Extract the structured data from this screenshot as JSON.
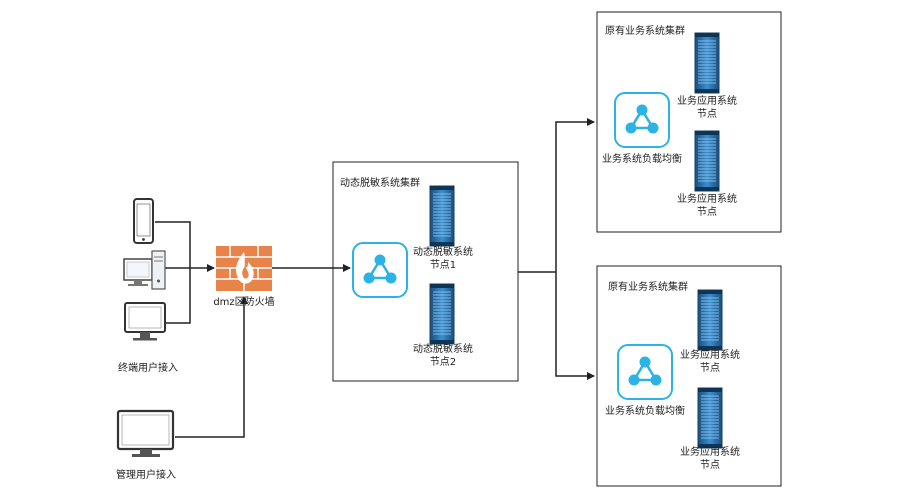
{
  "labels": {
    "firewall": "dmz区防火墙",
    "terminal_users": "终端用户接入",
    "admin_users": "管理用户接入",
    "desensitize_cluster": "动态脱敏系统集群",
    "desensitize_node1_l1": "动态脱敏系统",
    "desensitize_node1_l2": "节点1",
    "desensitize_node2_l1": "动态脱敏系统",
    "desensitize_node2_l2": "节点2",
    "top_cluster": "原有业务系统集群",
    "top_lb": "业务系统负载均衡",
    "top_node1_l1": "业务应用系统",
    "top_node1_l2": "节点",
    "top_node2_l1": "业务应用系统",
    "top_node2_l2": "节点",
    "bottom_cluster": "原有业务系统集群",
    "bottom_lb": "业务系统负载均衡",
    "bottom_node1_l1": "业务应用系统",
    "bottom_node1_l2": "节点",
    "bottom_node2_l1": "业务应用系统",
    "bottom_node2_l2": "节点"
  },
  "icons": {
    "phone": "mobile-phone-icon",
    "desktop": "desktop-pc-icon",
    "monitor": "monitor-icon",
    "admin_monitor": "admin-monitor-icon",
    "firewall": "firewall-icon",
    "load_balancer": "load-balancer-icon",
    "server": "server-rack-icon"
  },
  "colors": {
    "firewall": "#e8834a",
    "server_dark": "#1b4f7a",
    "server_light": "#3a8fd0",
    "lb_accent": "#2bb3e6",
    "line": "#222222"
  }
}
